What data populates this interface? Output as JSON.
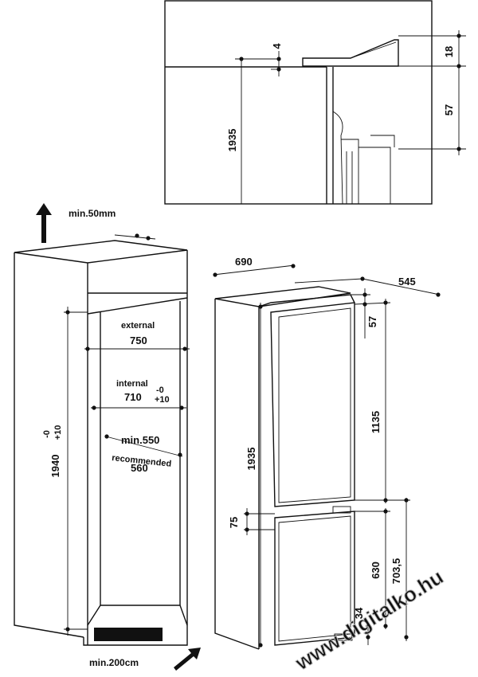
{
  "detail": {
    "gap_top": "4",
    "depth_top": "18",
    "height_total": "1935",
    "offset_57": "57"
  },
  "niche": {
    "min_top": "min.50mm",
    "external_label": "external",
    "external_value": "750",
    "internal_label": "internal",
    "internal_value": "710",
    "internal_tol_top": "-0",
    "internal_tol_bottom": "+10",
    "min_depth": "min.550",
    "recommended_label": "recommended",
    "recommended_value": "560",
    "height_value": "1940",
    "height_tol_top": "-0",
    "height_tol_bottom": "+10",
    "min_bottom": "min.200cm"
  },
  "appliance": {
    "width": "690",
    "depth": "545",
    "top_offset": "57",
    "fridge_height": "1135",
    "total_height": "1935",
    "divider": "75",
    "freezer_height": "630",
    "freezer_total": "703,5",
    "bottom_offset": "34"
  },
  "watermark": "www.digitalko.hu"
}
